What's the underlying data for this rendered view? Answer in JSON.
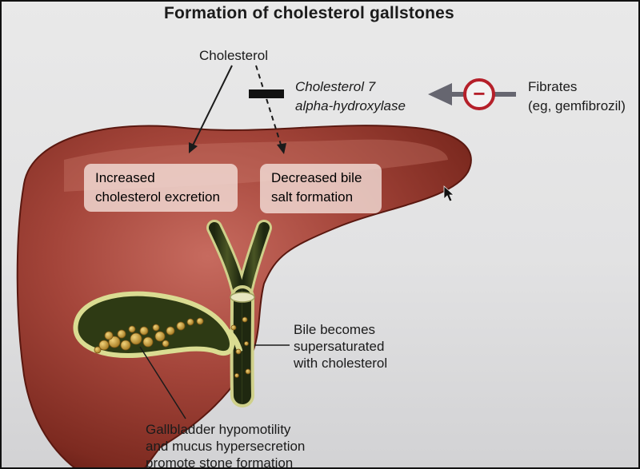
{
  "title": "Formation of cholesterol gallstones",
  "labels": {
    "cholesterol": "Cholesterol",
    "enzyme": [
      "Cholesterol 7",
      "alpha-hydroxylase"
    ],
    "inhibitor": [
      "Fibrates",
      "(eg, gemfibrozil)"
    ],
    "inhibit_symbol": "−",
    "increased_excretion": [
      "Increased",
      "cholesterol excretion"
    ],
    "decreased_bile_salt": [
      "Decreased bile",
      "salt formation"
    ],
    "bile_supersaturated": [
      "Bile becomes",
      "supersaturated",
      "with cholesterol"
    ],
    "gallbladder": [
      "Gallbladder hypomotility",
      "and mucus hypersecretion",
      "promote stone formation"
    ]
  },
  "colors": {
    "liver": "#9c3a30",
    "liver_dark": "#6e2218",
    "liver_highlight": "#c56a5e",
    "bile": "#2f3a18",
    "bile_wall": "#d9dc8f",
    "stones": "#c79a3a",
    "inhibit_ring": "#b5202a",
    "arrow_gray": "#666670"
  },
  "icons": [
    "inhibition-symbol-icon",
    "cursor-arrow-icon"
  ]
}
